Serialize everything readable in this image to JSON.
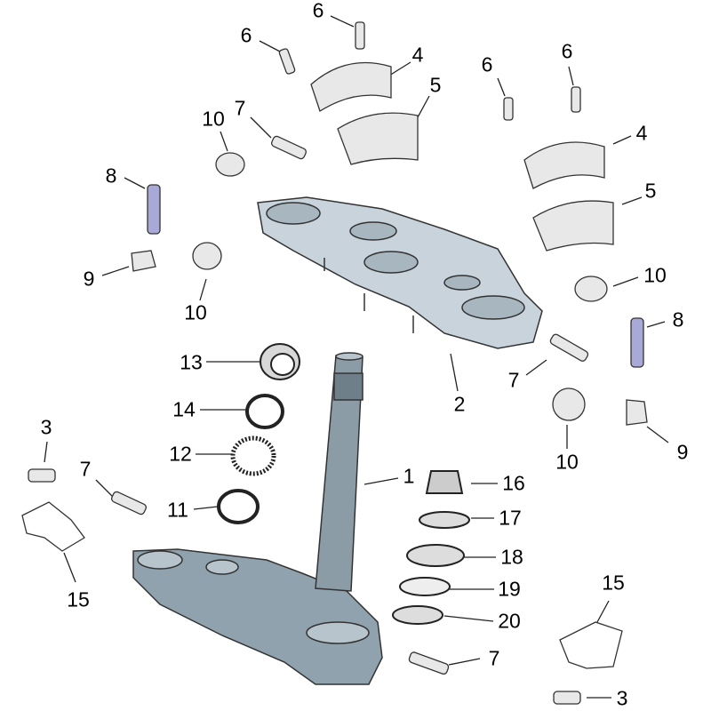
{
  "title": "Steering stem / triple clamp exploded parts diagram",
  "callouts": [
    "6",
    "6",
    "6",
    "6",
    "4",
    "5",
    "4",
    "5",
    "10",
    "7",
    "8",
    "9",
    "10",
    "10",
    "8",
    "7",
    "2",
    "13",
    "14",
    "12",
    "11",
    "1",
    "16",
    "17",
    "18",
    "19",
    "20",
    "7",
    "10",
    "9",
    "3",
    "7",
    "15",
    "15",
    "3"
  ],
  "colors": {
    "upper_clamp": "#c8d3dc",
    "lower_clamp": "#8fa2ae",
    "stem": "#8c9ca6",
    "outline": "#333333",
    "bolt_8": "#a9a9d8"
  }
}
